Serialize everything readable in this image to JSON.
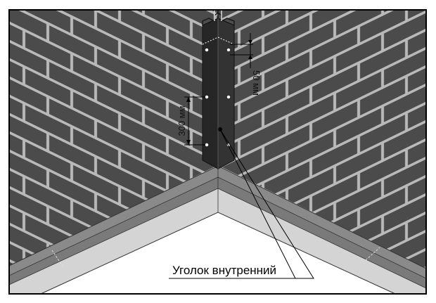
{
  "diagram": {
    "callout_label": "Уголок внутренний",
    "dimension_top": "50 мм",
    "dimension_spacing": "300 мм"
  },
  "colors": {
    "brick_face": "#4a4a4a",
    "mortar": "#b9b9b9",
    "corner_profile": "#2a2a2a",
    "screw": "#ffffff",
    "floor_base": "#cfcfcf",
    "floor_band": "#7d7d7d",
    "frame": "#000000"
  }
}
